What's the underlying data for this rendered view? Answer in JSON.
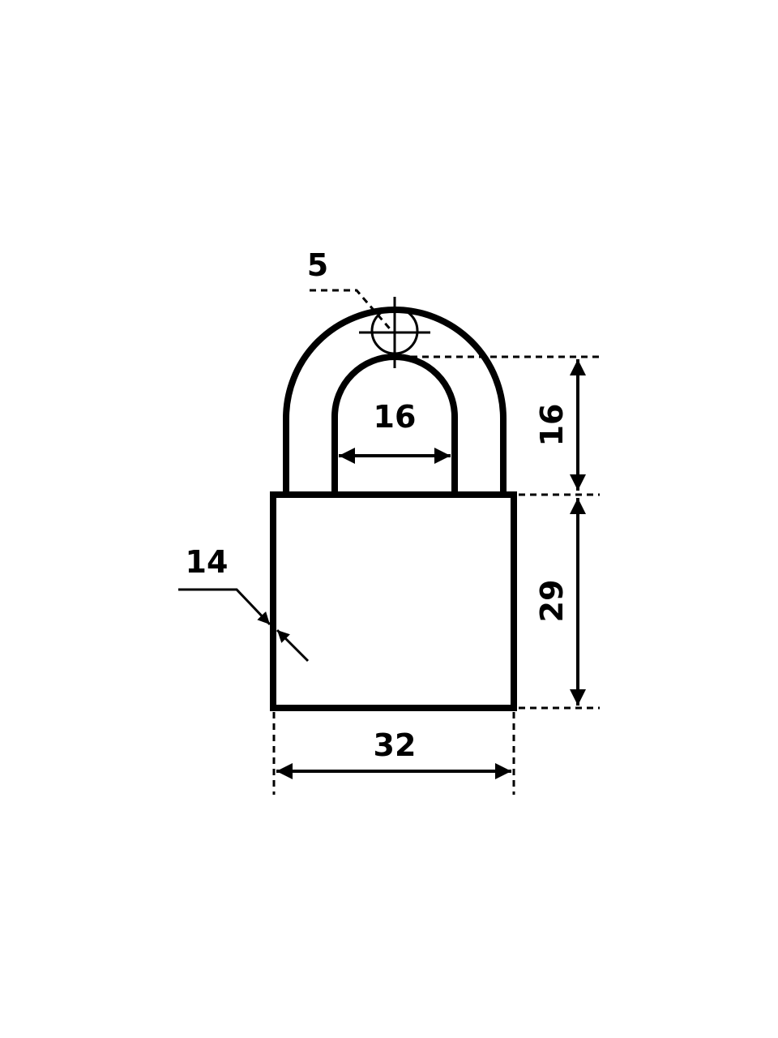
{
  "diagram": {
    "subject": "padlock",
    "dimensions": {
      "shackle_diameter": "5",
      "shackle_inner_width": "16",
      "shackle_clearance": "16",
      "body_height": "29",
      "body_thickness": "14",
      "body_width": "32"
    },
    "colors": {
      "line": "#000000",
      "background": "#ffffff"
    }
  }
}
